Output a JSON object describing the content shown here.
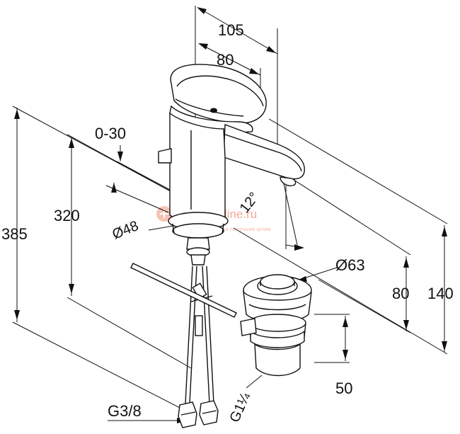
{
  "drawing": {
    "dimensions": {
      "width_overall": "105",
      "width_spout": "80",
      "lift_range": "0-30",
      "height_total": "385",
      "height_hose": "320",
      "diameter_base": "Ø48",
      "diameter_waste": "Ø63",
      "angle_spout": "12°",
      "height_outlet": "80",
      "height_body": "140",
      "waste_height": "50",
      "thread_supply": "G3/8",
      "thread_waste": "G1¼"
    },
    "watermark": {
      "site": "vanna-online.ru",
      "tagline": "все по лучшим ценам"
    }
  }
}
